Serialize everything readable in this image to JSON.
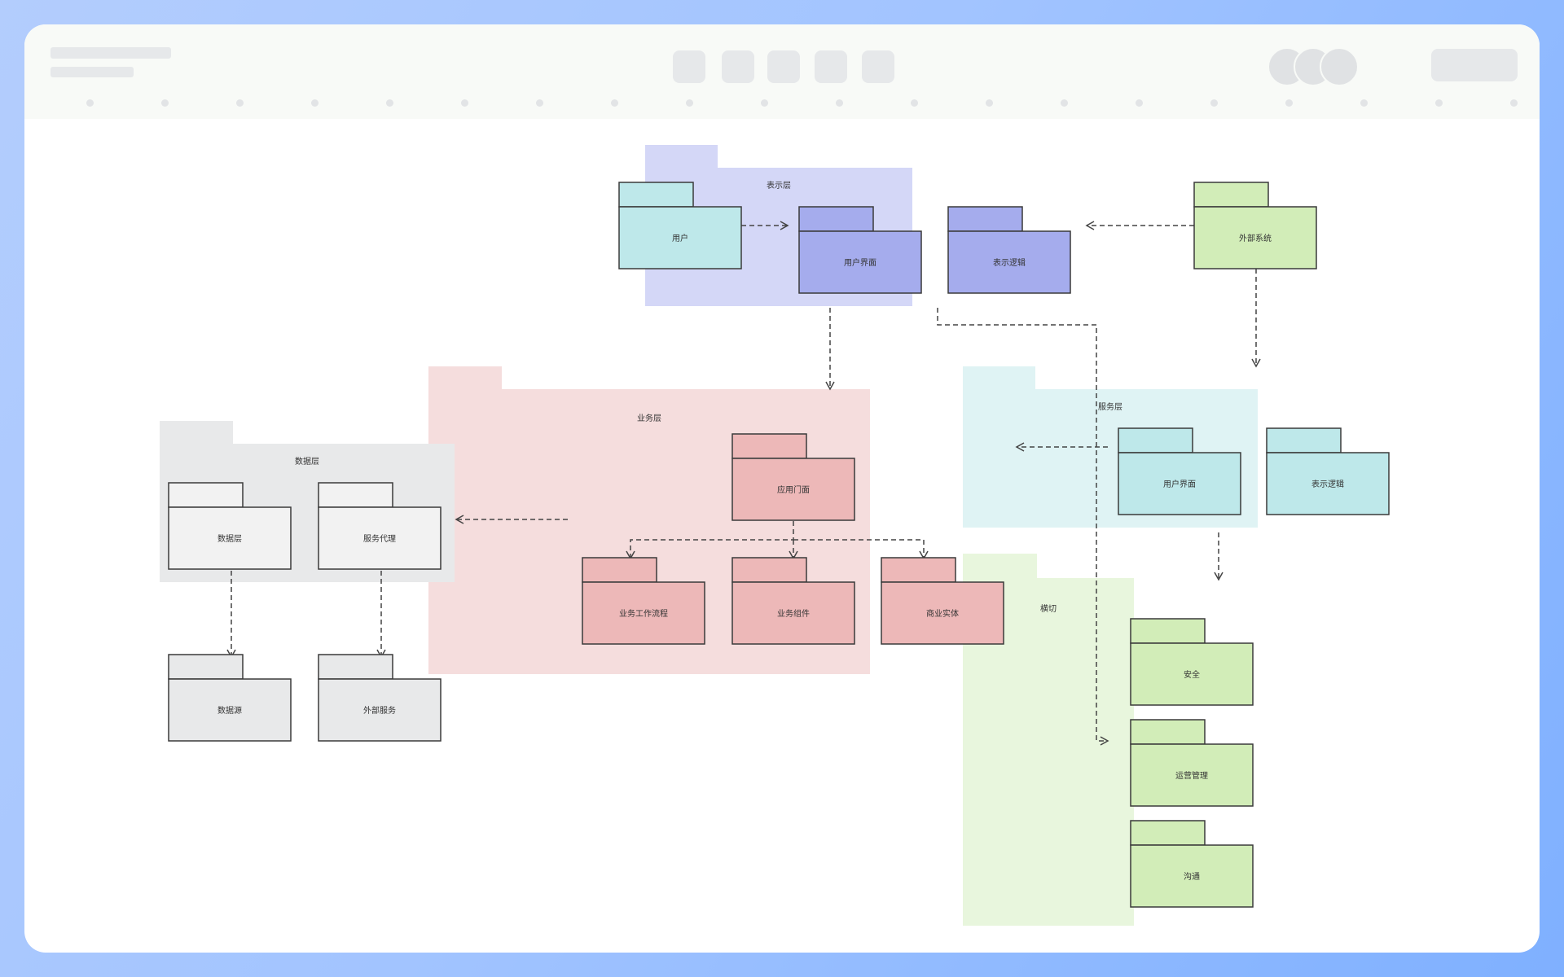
{
  "toolbar": {
    "buttons": [
      "tool-1",
      "tool-2",
      "tool-3",
      "tool-4",
      "tool-5"
    ],
    "avatars": 3
  },
  "diagram": {
    "colors": {
      "purple_group": "#d4d7f7",
      "purple_package": "#a5aced",
      "pink_group": "#f5dddd",
      "pink_package": "#edb8b8",
      "cyan_group": "#dff3f4",
      "cyan_package": "#bee8ea",
      "green_group": "#e8f6dd",
      "green_package": "#d2edb8",
      "gray_group": "#e8e9ea",
      "gray_package": "#f2f2f2",
      "gray_package_dark": "#e8e9ea",
      "stroke": "#3a3a3a",
      "connector": "#444444"
    },
    "groups": {
      "presentation": {
        "title": "表示层"
      },
      "business": {
        "title": "业务层"
      },
      "service": {
        "title": "服务层"
      },
      "data": {
        "title": "数据层"
      },
      "crosscutting": {
        "title": "横切"
      }
    },
    "packages": {
      "user": "用户",
      "external_system": "外部系统",
      "pres_ui": "用户界面",
      "pres_logic": "表示逻辑",
      "app_facade": "应用门面",
      "biz_workflow": "业务工作流程",
      "biz_component": "业务组件",
      "biz_entity": "商业实体",
      "svc_ui": "用户界面",
      "svc_logic": "表示逻辑",
      "data_layer": "数据层",
      "service_agent": "服务代理",
      "data_source": "数据源",
      "external_service": "外部服务",
      "security": "安全",
      "operations": "运营管理",
      "communication": "沟通"
    }
  }
}
